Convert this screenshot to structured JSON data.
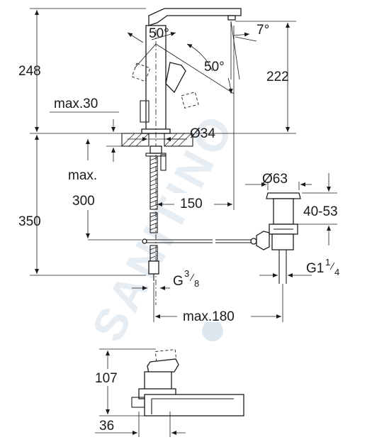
{
  "watermark": {
    "text": "SANITINO"
  },
  "dimensions": {
    "height_total_top": "248",
    "height_spout": "222",
    "angle_lever": "50°",
    "angle_lever_side": "50°",
    "angle_spout": "7°",
    "max_thickness": "max.30",
    "hole_diameter": "Ø34",
    "max_label": "max.",
    "max_value": "300",
    "reach": "150",
    "height_total_bottom": "350",
    "waste_diameter": "Ø63",
    "waste_range": "40-53",
    "waste_thread_main": "G1",
    "waste_thread_num": "1",
    "waste_thread_den": "4",
    "supply_thread_main": "G",
    "supply_thread_num": "3",
    "supply_thread_den": "8",
    "max_width": "max.180",
    "detail_height": "107",
    "detail_depth": "36"
  }
}
